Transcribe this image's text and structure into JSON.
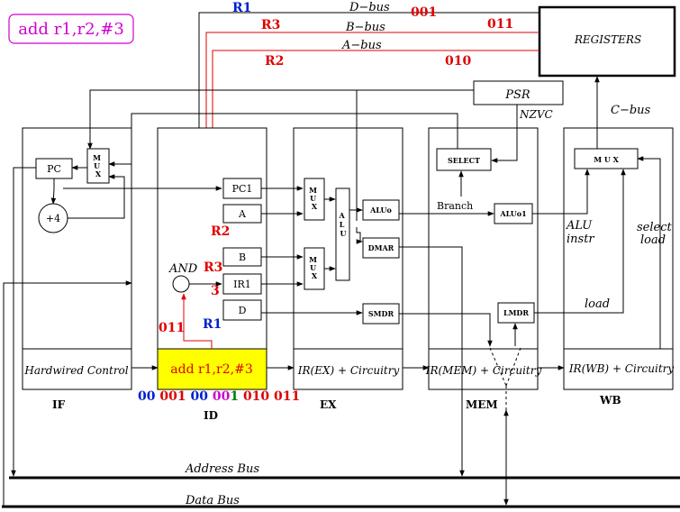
{
  "instruction_badge": {
    "text": "add r1,r2,#3",
    "color": "#d000d0"
  },
  "buses": {
    "d_bus": "D−bus",
    "b_bus": "B−bus",
    "a_bus": "A−bus",
    "c_bus": "C−bus",
    "address_bus": "Address Bus",
    "data_bus": "Data Bus"
  },
  "register_labels": {
    "r1_top": "R1",
    "r3_top": "R3",
    "r2_top": "R2",
    "d_code": "001",
    "b_code": "011",
    "a_code": "010",
    "r2_side": "R2",
    "r3_side": "R3",
    "imm_side": "3",
    "r1_side": "R1",
    "opcode": "011"
  },
  "blocks": {
    "registers": "REGISTERS",
    "psr": "PSR",
    "nzvc": "NZVC",
    "select": "SELECT",
    "pc": "PC",
    "mux_if": "M U X",
    "plus4": "+4",
    "pc1": "PC1",
    "a": "A",
    "b": "B",
    "ir1": "IR1",
    "d": "D",
    "and": "AND",
    "mux_ex": "M U X",
    "alu": "A L U",
    "aluo": "ALUo",
    "dmar": "DMAR",
    "smdr": "SMDR",
    "branch": "Branch",
    "aluo1": "ALUo1",
    "lmdr": "LMDR",
    "mux_wb": "M U X",
    "alu_instr_1": "ALU",
    "alu_instr_2": "instr",
    "select_load_1": "select",
    "select_load_2": "load",
    "load": "load"
  },
  "stage_bars": {
    "if": "Hardwired Control",
    "id": "add r1,r2,#3",
    "ex": "IR(EX) + Circuitry",
    "mem": "IR(MEM) + Circuitry",
    "wb": "IR(WB) + Circuitry"
  },
  "stage_names": {
    "if": "IF",
    "id": "ID",
    "ex": "EX",
    "mem": "MEM",
    "wb": "WB"
  },
  "encoding": [
    {
      "text": "00",
      "color": "blue"
    },
    {
      "text": "001",
      "color": "red"
    },
    {
      "text": "00",
      "color": "blue"
    },
    {
      "text": "00",
      "color": "mag"
    },
    {
      "text": "1",
      "color": "green"
    },
    {
      "text": "010",
      "color": "red"
    },
    {
      "text": "011",
      "color": "red"
    }
  ],
  "colors": {
    "id_highlight": "#ffff00",
    "red": "#e00000",
    "blue": "#0020d0",
    "magenta": "#d000d0"
  }
}
